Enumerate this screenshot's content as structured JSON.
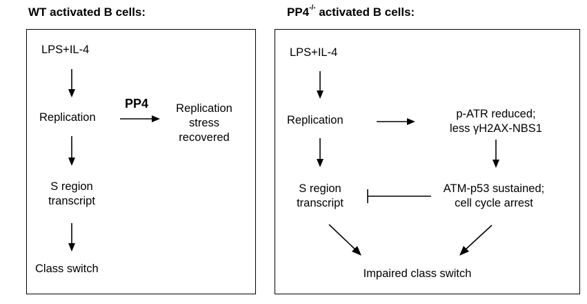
{
  "left_panel": {
    "title": "WT activated B cells:",
    "nodes": {
      "lps": "LPS+IL-4",
      "replication": "Replication",
      "s_region_line1": "S region",
      "s_region_line2": "transcript",
      "class_switch": "Class switch",
      "stress_line1": "Replication",
      "stress_line2": "stress",
      "stress_line3": "recovered"
    },
    "edge_label": "PP4"
  },
  "right_panel": {
    "title_prefix": "PP4",
    "title_superscript": "-/-",
    "title_suffix": " activated B cells:",
    "nodes": {
      "lps": "LPS+IL-4",
      "replication": "Replication",
      "s_region_line1": "S region",
      "s_region_line2": "transcript",
      "patr_line1": "p-ATR reduced;",
      "patr_line2": "less γH2AX-NBS1",
      "atm_line1": "ATM-p53 sustained;",
      "atm_line2": "cell cycle arrest",
      "impaired": "Impaired class switch"
    }
  }
}
